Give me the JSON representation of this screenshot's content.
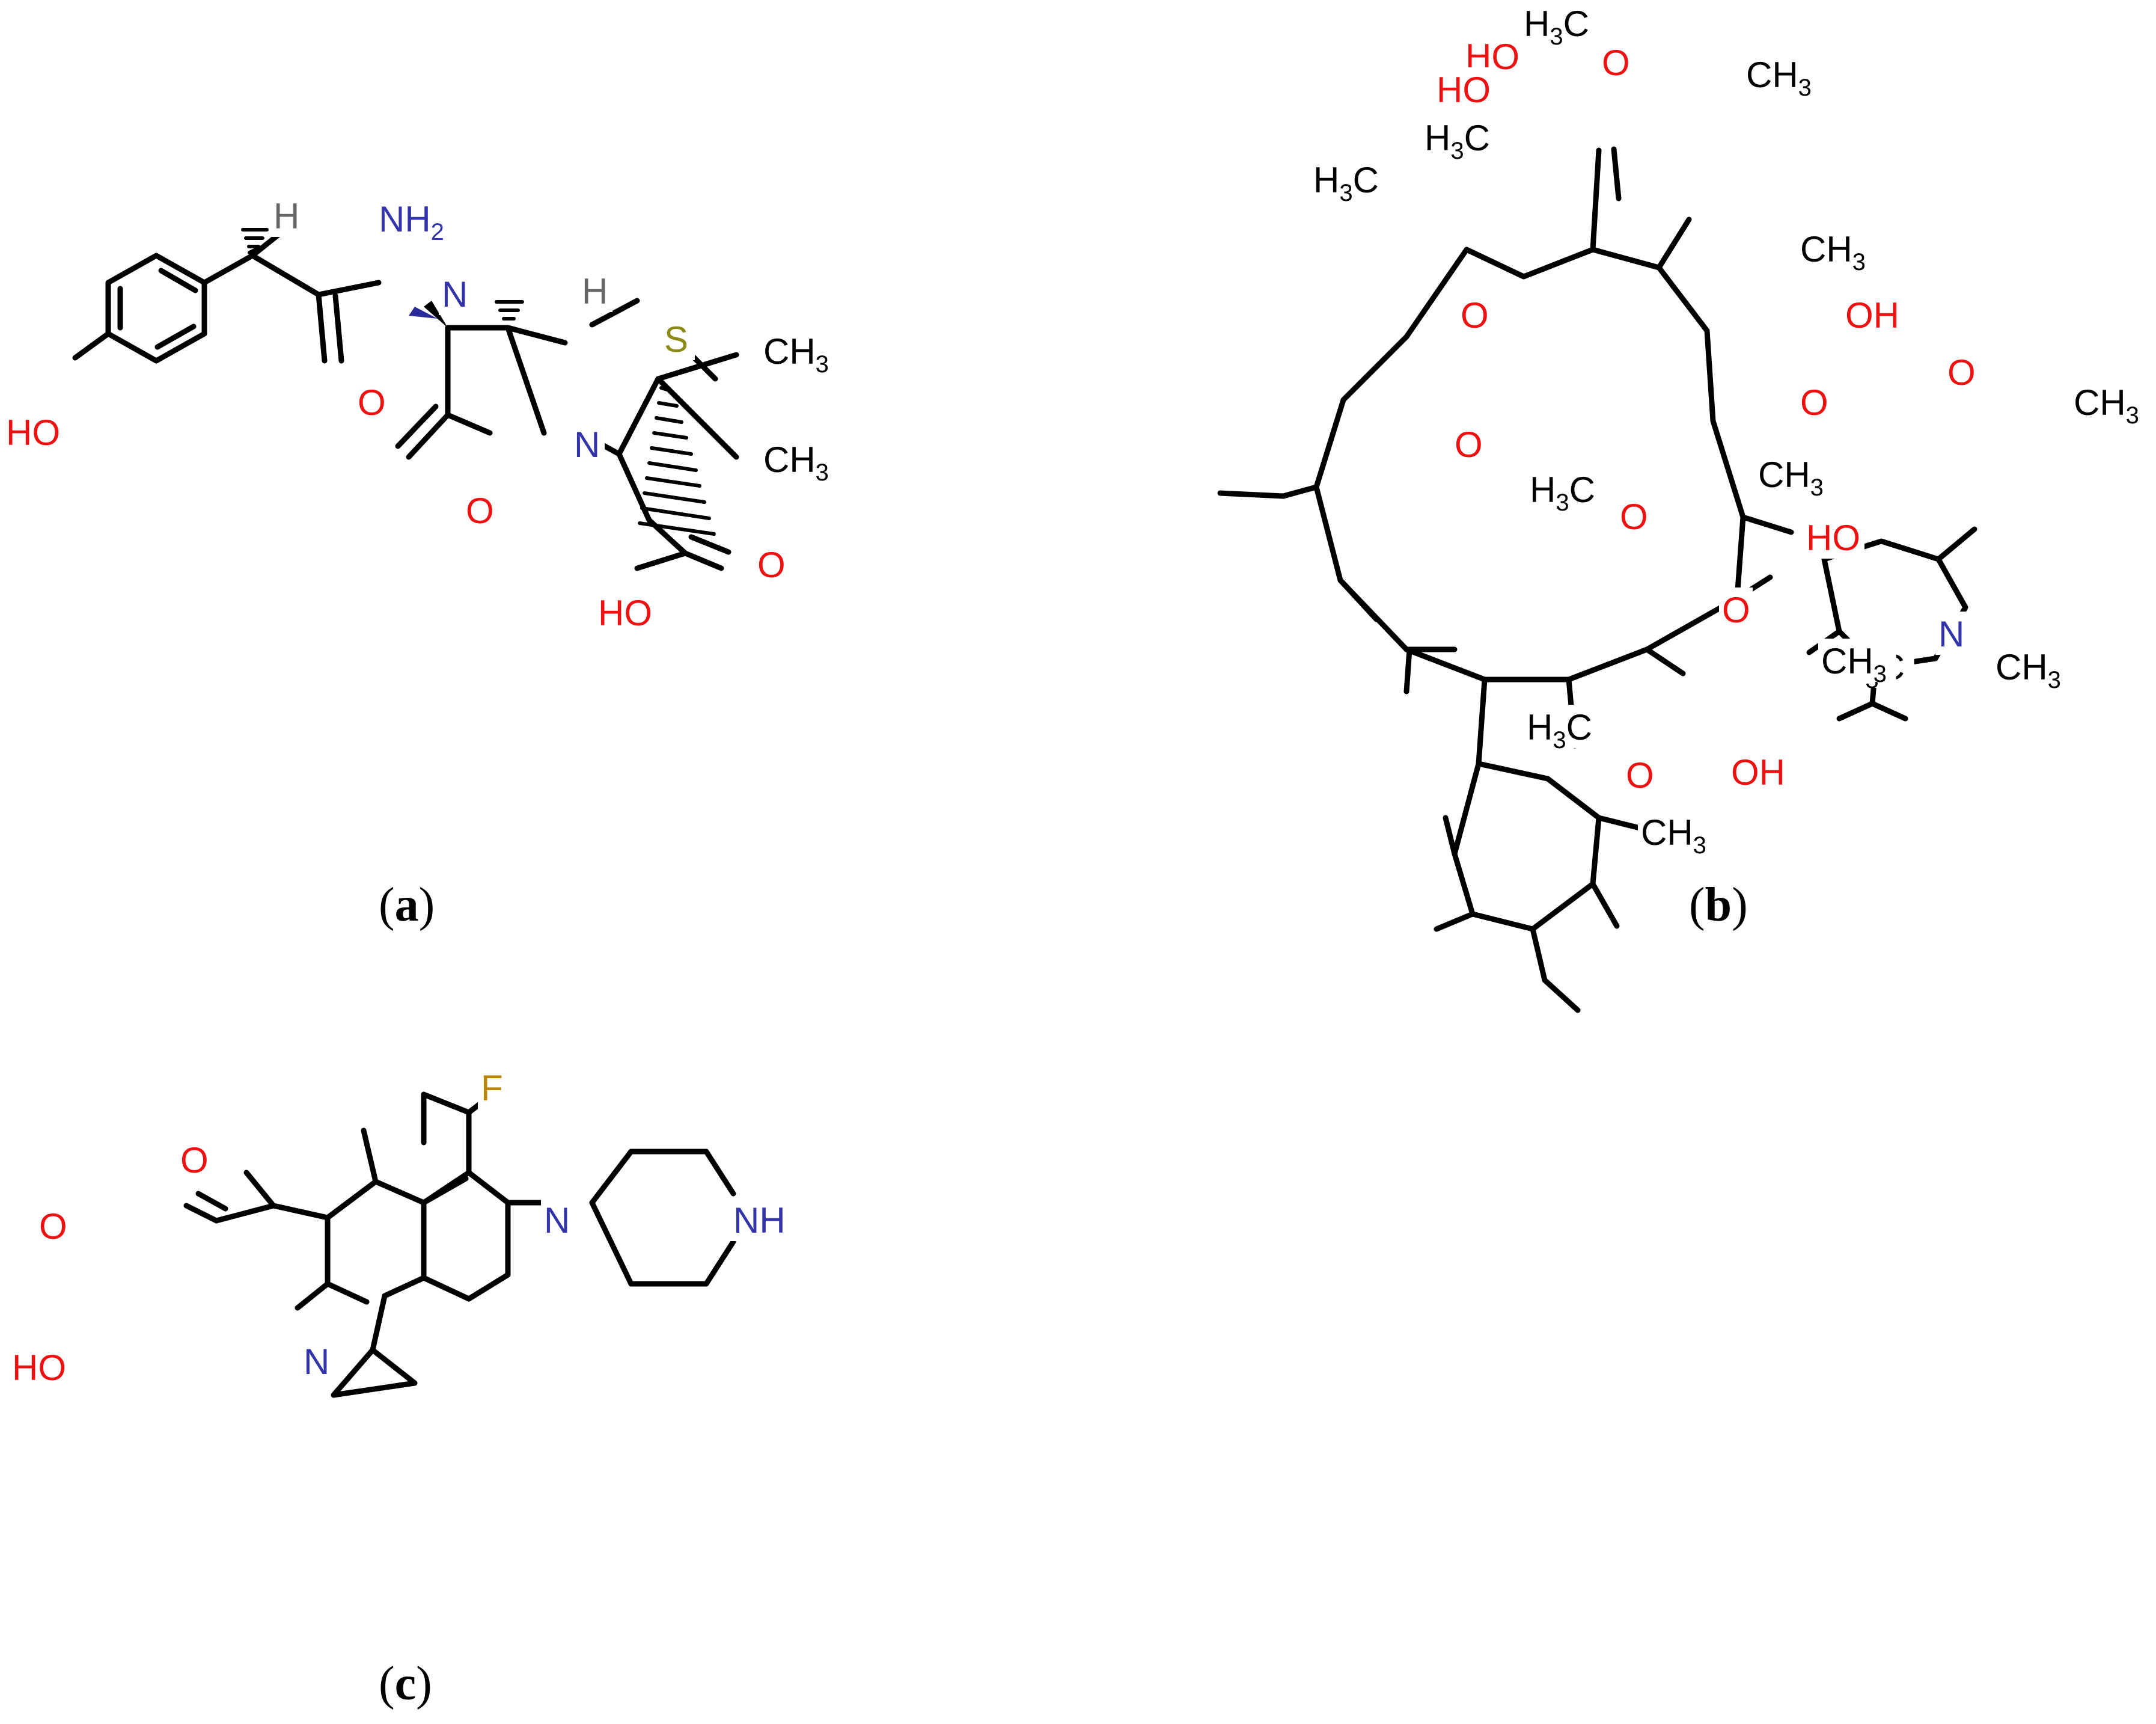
{
  "panels": [
    {
      "letter": "a",
      "atoms": [
        {
          "id": "a_h1",
          "label": "H",
          "color": "#666666"
        },
        {
          "id": "a_n1",
          "label": "NH",
          "sub": "2",
          "color": "#3333aa"
        },
        {
          "id": "a_n2",
          "label": "N",
          "color": "#3333aa"
        },
        {
          "id": "a_h2",
          "label": "H",
          "color": "#666666"
        },
        {
          "id": "a_s",
          "label": "S",
          "color": "#8a8a14"
        },
        {
          "id": "a_me1",
          "label": "CH",
          "sub": "3",
          "color": "#000000"
        },
        {
          "id": "a_me2",
          "label": "CH",
          "sub": "3",
          "color": "#000000"
        },
        {
          "id": "a_n3",
          "label": "N",
          "color": "#3333aa"
        },
        {
          "id": "a_o1",
          "label": "O",
          "color": "#ee1111"
        },
        {
          "id": "a_o2",
          "label": "O",
          "color": "#ee1111"
        },
        {
          "id": "a_oh1",
          "label": "HO",
          "color": "#ee1111"
        },
        {
          "id": "a_oh2",
          "label": "HO",
          "color": "#ee1111"
        },
        {
          "id": "a_o3",
          "label": "O",
          "color": "#ee1111"
        }
      ]
    },
    {
      "letter": "b",
      "atoms": [
        {
          "id": "b_me1",
          "label": "H",
          "sub": "3",
          "tail": "C",
          "color": "#000000"
        },
        {
          "id": "b_o1",
          "label": "O",
          "color": "#ee1111"
        },
        {
          "id": "b_ho1",
          "label": "HO",
          "color": "#ee1111"
        },
        {
          "id": "b_ho2",
          "label": "HO",
          "color": "#ee1111"
        },
        {
          "id": "b_me2",
          "label": "CH",
          "sub": "3",
          "color": "#000000"
        },
        {
          "id": "b_me3",
          "label": "H",
          "sub": "3",
          "tail": "C",
          "color": "#000000"
        },
        {
          "id": "b_me4",
          "label": "H",
          "sub": "3",
          "tail": "C",
          "color": "#000000"
        },
        {
          "id": "b_me5",
          "label": "CH",
          "sub": "3",
          "color": "#000000"
        },
        {
          "id": "b_oh1",
          "label": "OH",
          "color": "#ee1111"
        },
        {
          "id": "b_o2",
          "label": "O",
          "color": "#ee1111"
        },
        {
          "id": "b_o3",
          "label": "O",
          "color": "#ee1111"
        },
        {
          "id": "b_o4",
          "label": "O",
          "color": "#ee1111"
        },
        {
          "id": "b_me6",
          "label": "CH",
          "sub": "3",
          "color": "#000000"
        },
        {
          "id": "b_o5",
          "label": "O",
          "color": "#ee1111"
        },
        {
          "id": "b_me7",
          "label": "H",
          "sub": "3",
          "tail": "C",
          "color": "#000000"
        },
        {
          "id": "b_me8",
          "label": "CH",
          "sub": "3",
          "color": "#000000"
        },
        {
          "id": "b_o6",
          "label": "O",
          "color": "#ee1111"
        },
        {
          "id": "b_ho3",
          "label": "HO",
          "color": "#ee1111"
        },
        {
          "id": "b_o7",
          "label": "O",
          "color": "#ee1111"
        },
        {
          "id": "b_n",
          "label": "N",
          "color": "#3333aa"
        },
        {
          "id": "b_me9",
          "label": "H",
          "sub": "3",
          "tail": "C",
          "color": "#000000"
        },
        {
          "id": "b_me10",
          "label": "CH",
          "sub": "3",
          "color": "#000000"
        },
        {
          "id": "b_me11",
          "label": "CH",
          "sub": "3",
          "color": "#000000"
        },
        {
          "id": "b_me12",
          "label": "H",
          "sub": "3",
          "tail": "C",
          "color": "#000000"
        },
        {
          "id": "b_oh2",
          "label": "OH",
          "color": "#ee1111"
        },
        {
          "id": "b_o8",
          "label": "O",
          "color": "#ee1111"
        },
        {
          "id": "b_me13",
          "label": "CH",
          "sub": "3",
          "color": "#000000"
        }
      ]
    },
    {
      "letter": "c",
      "atoms": [
        {
          "id": "c_f",
          "label": "F",
          "color": "#b8860b"
        },
        {
          "id": "c_o1",
          "label": "O",
          "color": "#ee1111"
        },
        {
          "id": "c_o2",
          "label": "O",
          "color": "#ee1111"
        },
        {
          "id": "c_ho",
          "label": "HO",
          "color": "#ee1111"
        },
        {
          "id": "c_n1",
          "label": "N",
          "color": "#3333aa"
        },
        {
          "id": "c_n2",
          "label": "N",
          "color": "#3333aa"
        },
        {
          "id": "c_nh",
          "label": "NH",
          "color": "#3333aa"
        }
      ]
    }
  ]
}
